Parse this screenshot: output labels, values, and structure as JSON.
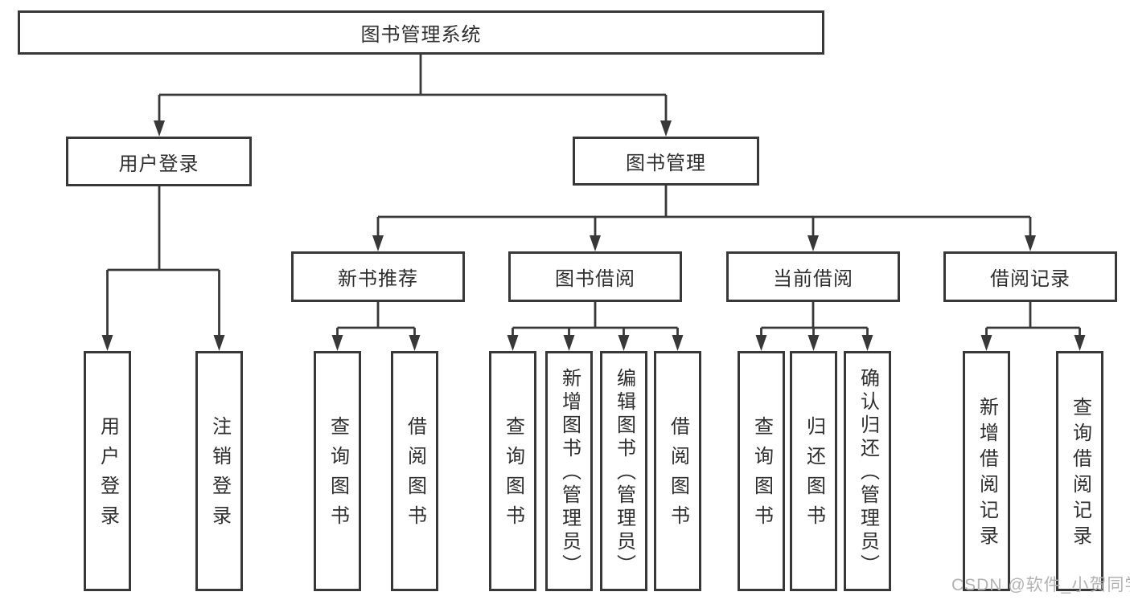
{
  "diagram_title": "图书管理系统",
  "colors": {
    "line": "#383838",
    "node_border": "#383838",
    "node_background": "#ffffff",
    "text": "#2e2e2e",
    "page_background": "#ffffff",
    "watermark": "#b2b2b2"
  },
  "tree": {
    "label": "图书管理系统",
    "children": [
      {
        "label": "用户登录",
        "children": [
          {
            "label": "用户登录"
          },
          {
            "label": "注销登录"
          }
        ]
      },
      {
        "label": "图书管理",
        "children": [
          {
            "label": "新书推荐",
            "children": [
              {
                "label": "查询图书"
              },
              {
                "label": "借阅图书"
              }
            ]
          },
          {
            "label": "图书借阅",
            "children": [
              {
                "label": "查询图书"
              },
              {
                "label": "新增图书（管理员）"
              },
              {
                "label": "编辑图书（管理员）"
              },
              {
                "label": "借阅图书"
              }
            ]
          },
          {
            "label": "当前借阅",
            "children": [
              {
                "label": "查询图书"
              },
              {
                "label": "归还图书"
              },
              {
                "label": "确认归还（管理员）"
              }
            ]
          },
          {
            "label": "借阅记录",
            "children": [
              {
                "label": "新增借阅记录"
              },
              {
                "label": "查询借阅记录"
              }
            ]
          }
        ]
      }
    ]
  },
  "watermark": {
    "text": "CSDN @软件_小贺同学"
  }
}
